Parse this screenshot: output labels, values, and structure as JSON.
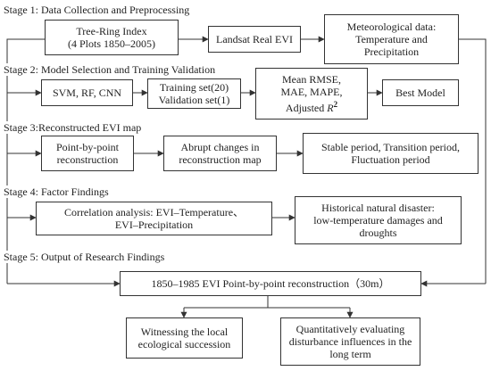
{
  "stages": {
    "s1": "Stage 1: Data Collection and Preprocessing",
    "s2": "Stage 2: Model Selection and Training Validation",
    "s3": "Stage 3:Reconstructed EVI map",
    "s4": "Stage 4: Factor Findings",
    "s5": "Stage 5: Output of Research Findings"
  },
  "boxes": {
    "tree_ring": [
      "Tree-Ring Index",
      "(4 Plots 1850–2005)"
    ],
    "landsat": "Landsat Real EVI",
    "meteo": [
      "Meteorological data:",
      "Temperature and",
      "Precipitation"
    ],
    "models": "SVM, RF, CNN",
    "training": [
      "Training set(20)",
      "Validation set(1)"
    ],
    "metrics": [
      "Mean RMSE,",
      "MAE, MAPE,",
      "Adjusted",
      "R",
      "2"
    ],
    "best_model": "Best Model",
    "p2p": [
      "Point-by-point",
      "reconstruction"
    ],
    "abrupt": [
      "Abrupt changes in",
      "reconstruction map"
    ],
    "periods": [
      "Stable period, Transition period,",
      "Fluctuation period"
    ],
    "correlation": [
      "Correlation analysis: EVI–Temperature、",
      "EVI–Precipitation"
    ],
    "disaster": [
      "Historical natural disaster:",
      "low-temperature damages and",
      "droughts"
    ],
    "output": "1850–1985 EVI Point-by-point reconstruction（30m）",
    "succession": [
      "Witnessing the local",
      "ecological succession"
    ],
    "quant": [
      "Quantitatively evaluating",
      "disturbance influences in the",
      "long term"
    ]
  }
}
